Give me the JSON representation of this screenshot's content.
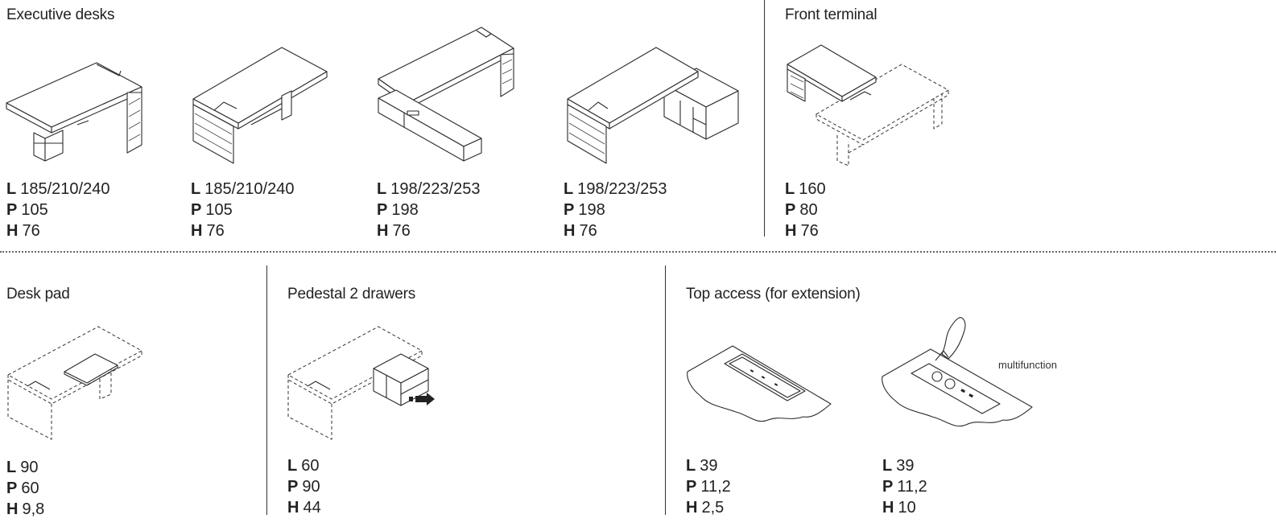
{
  "sections": {
    "executive": {
      "title": "Executive desks",
      "items": [
        {
          "L": "185/210/240",
          "P": "105",
          "H": "76"
        },
        {
          "L": "185/210/240",
          "P": "105",
          "H": "76"
        },
        {
          "L": "198/223/253",
          "P": "198",
          "H": "76"
        },
        {
          "L": "198/223/253",
          "P": "198",
          "H": "76"
        }
      ]
    },
    "front_terminal": {
      "title": "Front terminal",
      "items": [
        {
          "L": "160",
          "P": "80",
          "H": "76"
        }
      ]
    },
    "desk_pad": {
      "title": "Desk pad",
      "items": [
        {
          "L": "90",
          "P": "60",
          "H": "9,8"
        }
      ]
    },
    "pedestal": {
      "title": "Pedestal 2 drawers",
      "items": [
        {
          "L": "60",
          "P": "90",
          "H": "44"
        }
      ]
    },
    "top_access": {
      "title": "Top access (for extension)",
      "note": "multifunction",
      "items": [
        {
          "L": "39",
          "P": "11,2",
          "H": "2,5"
        },
        {
          "L": "39",
          "P": "11,2",
          "H": "10"
        }
      ]
    }
  },
  "dim_labels": {
    "L": "L",
    "P": "P",
    "H": "H"
  },
  "icons": [
    "executive-desk-icon",
    "desk-with-pedestal-icon",
    "l-shaped-desk-icon",
    "desk-with-credenza-icon",
    "front-terminal-icon",
    "desk-pad-icon",
    "pedestal-drawers-icon",
    "top-access-icon",
    "top-access-multifunction-icon"
  ]
}
